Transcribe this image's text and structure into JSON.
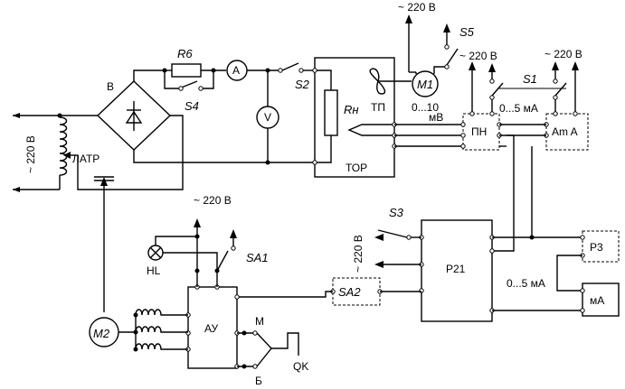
{
  "labels": {
    "supply_top": "~ 220 В",
    "supply_s5_right": "~ 220 В",
    "supply_s1_right": "~ 220 В",
    "supply_latr": "~ 220 В",
    "supply_sa1": "~ 220 В",
    "supply_p21": "~ 220 В",
    "s5": "S5",
    "s1": "S1",
    "s2": "S2",
    "s3": "S3",
    "s4": "S4",
    "r6": "R6",
    "rn": "Rн",
    "m1": "M1",
    "m1_range": "0...10",
    "mv": "мВ",
    "range_top": "0...5 мА",
    "range_bottom": "0...5 мА",
    "bridge": "В",
    "latr": "ЛАТР",
    "ammeter": "A",
    "voltmeter": "V",
    "tp": "ТП",
    "tor": "ТОР",
    "pn": "ПН",
    "ama": "Am A",
    "p21": "Р21",
    "p3": "Р3",
    "ma": "мА",
    "hl": "HL",
    "sa1": "SA1",
    "sa2": "SA2",
    "m2": "M2",
    "ay": "АУ",
    "switch_m": "М",
    "switch_b": "Б",
    "qk": "QK"
  }
}
